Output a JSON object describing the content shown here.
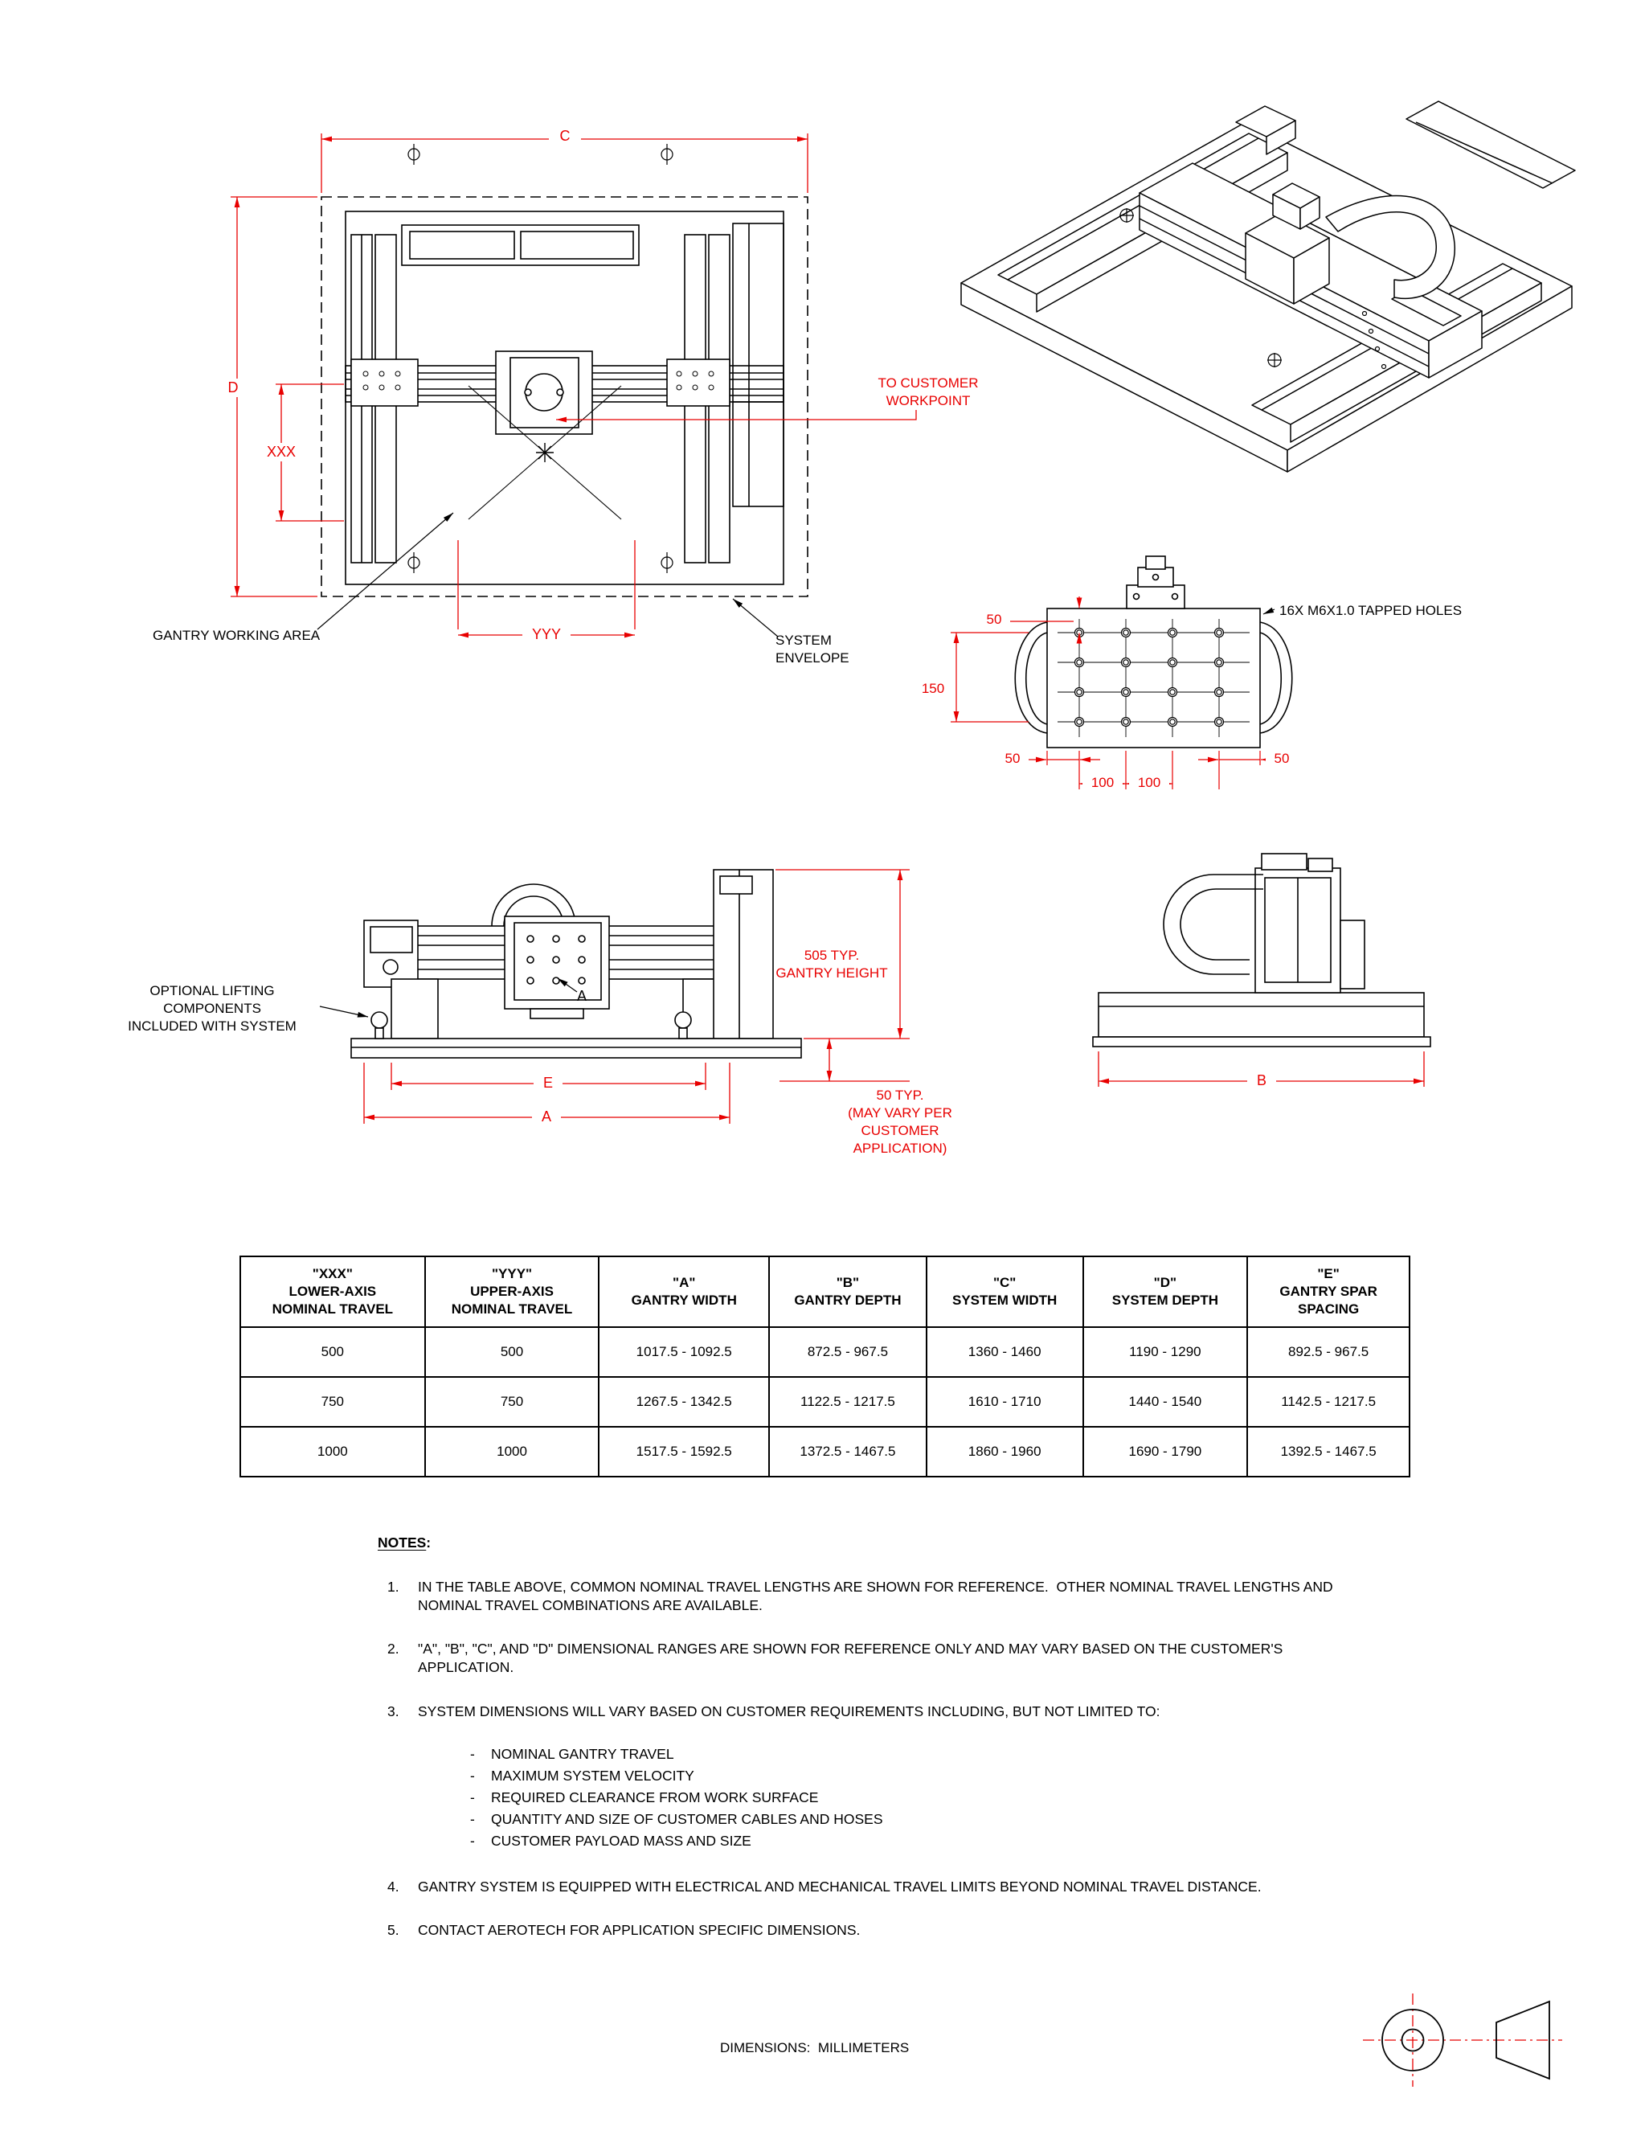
{
  "colors": {
    "dimension_red": "#E80000",
    "drawing_black": "#000000"
  },
  "top_view": {
    "dim_c": "C",
    "dim_d": "D",
    "dim_xxx": "XXX",
    "dim_yyy": "YYY",
    "workpoint_label": "TO CUSTOMER\nWORKPOINT",
    "working_area_label": "GANTRY WORKING AREA",
    "envelope_label": "SYSTEM\nENVELOPE"
  },
  "detail_view": {
    "tapped_holes_label": "16X M6X1.0 TAPPED HOLES",
    "dim_top_50": "50",
    "dim_150": "150",
    "dim_bottom_50_left": "50",
    "dim_100_a": "100",
    "dim_100_b": "100",
    "dim_bottom_50_right": "50"
  },
  "front_view": {
    "lifting_label": "OPTIONAL LIFTING\nCOMPONENTS\nINCLUDED WITH SYSTEM",
    "gantry_height_label": "505 TYP.\nGANTRY HEIGHT",
    "base_offset_label": "50 TYP.\n(MAY VARY PER\nCUSTOMER\nAPPLICATION)",
    "dim_e": "E",
    "dim_a": "A",
    "detail_marker": "A"
  },
  "side_view": {
    "dim_b": "B"
  },
  "table": {
    "headers": [
      "\"XXX\"\nLOWER-AXIS\nNOMINAL TRAVEL",
      "\"YYY\"\nUPPER-AXIS\nNOMINAL TRAVEL",
      "\"A\"\nGANTRY WIDTH",
      "\"B\"\nGANTRY DEPTH",
      "\"C\"\nSYSTEM WIDTH",
      "\"D\"\nSYSTEM DEPTH",
      "\"E\"\nGANTRY SPAR\nSPACING"
    ],
    "rows": [
      [
        "500",
        "500",
        "1017.5 - 1092.5",
        "872.5 - 967.5",
        "1360 - 1460",
        "1190 - 1290",
        "892.5 - 967.5"
      ],
      [
        "750",
        "750",
        "1267.5 - 1342.5",
        "1122.5 - 1217.5",
        "1610 - 1710",
        "1440 - 1540",
        "1142.5 - 1217.5"
      ],
      [
        "1000",
        "1000",
        "1517.5 - 1592.5",
        "1372.5 - 1467.5",
        "1860 - 1960",
        "1690 - 1790",
        "1392.5 - 1467.5"
      ]
    ]
  },
  "notes": {
    "title": "NOTES",
    "colon": ":",
    "dash": "-",
    "items": [
      {
        "num": "1.",
        "text": "IN THE TABLE ABOVE, COMMON NOMINAL TRAVEL LENGTHS ARE SHOWN FOR REFERENCE.  OTHER NOMINAL TRAVEL LENGTHS AND NOMINAL TRAVEL COMBINATIONS ARE AVAILABLE."
      },
      {
        "num": "2.",
        "text": "\"A\", \"B\", \"C\", AND \"D\" DIMENSIONAL RANGES ARE SHOWN FOR REFERENCE ONLY AND MAY VARY BASED ON THE CUSTOMER'S APPLICATION."
      },
      {
        "num": "3.",
        "text": "SYSTEM DIMENSIONS WILL VARY BASED ON CUSTOMER REQUIREMENTS INCLUDING, BUT NOT LIMITED TO:",
        "subitems": [
          "NOMINAL GANTRY TRAVEL",
          "MAXIMUM SYSTEM VELOCITY",
          "REQUIRED CLEARANCE FROM WORK SURFACE",
          "QUANTITY AND SIZE OF CUSTOMER CABLES AND HOSES",
          "CUSTOMER PAYLOAD MASS AND SIZE"
        ]
      },
      {
        "num": "4.",
        "text": "GANTRY SYSTEM IS EQUIPPED WITH ELECTRICAL AND MECHANICAL TRAVEL LIMITS BEYOND NOMINAL TRAVEL DISTANCE."
      },
      {
        "num": "5.",
        "text": "CONTACT AEROTECH FOR APPLICATION SPECIFIC DIMENSIONS."
      }
    ]
  },
  "footer": {
    "dimensions_note": "DIMENSIONS:  MILLIMETERS"
  }
}
